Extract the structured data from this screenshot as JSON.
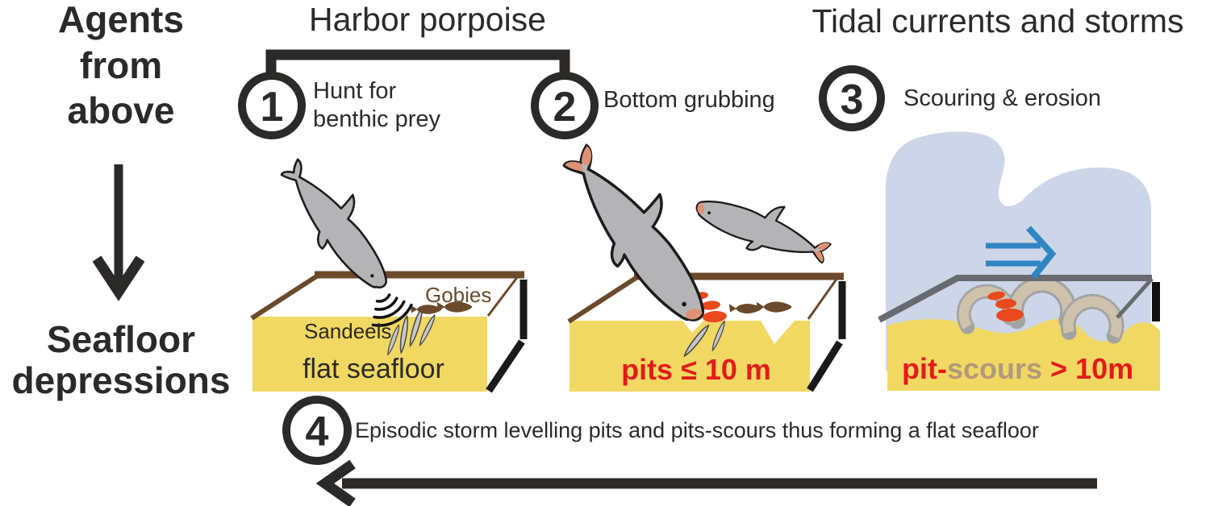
{
  "figure": {
    "type": "process-diagram",
    "topic": "Formation of seafloor depressions by harbor porpoises and storms"
  },
  "left_panel": {
    "agent_title_lines": [
      "Agents",
      "from",
      "above"
    ],
    "result_title_lines": [
      "Seafloor",
      "depressions"
    ]
  },
  "group_headers": {
    "porpoise": "Harbor porpoise",
    "storms": "Tidal currents and storms"
  },
  "steps": {
    "s1": {
      "num": "1",
      "line1": "Hunt for",
      "line2": "benthic prey"
    },
    "s2": {
      "num": "2",
      "label": "Bottom grubbing"
    },
    "s3": {
      "num": "3",
      "label": "Scouring & erosion"
    },
    "s4": {
      "num": "4",
      "label": "Episodic storm levelling pits and pits-scours thus forming a flat seafloor"
    }
  },
  "panel_hunt": {
    "prey_top": "Gobies",
    "prey_buried": "Sandeels",
    "floor": "flat seafloor"
  },
  "panel_pits": {
    "caption": "pits ≤ 10 m"
  },
  "panel_scours": {
    "caption_pit": "pit-",
    "caption_scours": "scours",
    "caption_rest": " > 10m"
  },
  "colors": {
    "text": "#2b2a29",
    "sand_yellow": "#f0d863",
    "edge_brown": "#6b4a2b",
    "water_blue": "#ccd6e8",
    "current_arrow_blue": "#2f86c3",
    "alert_red": "#e31b1c",
    "scour_tan_text": "#b09a7a",
    "scour_fill": "#cfc2ac",
    "porpoise_gray": "#b4b4b6",
    "sediment_orange": "#e8491d",
    "surface_gray": "#696970"
  }
}
